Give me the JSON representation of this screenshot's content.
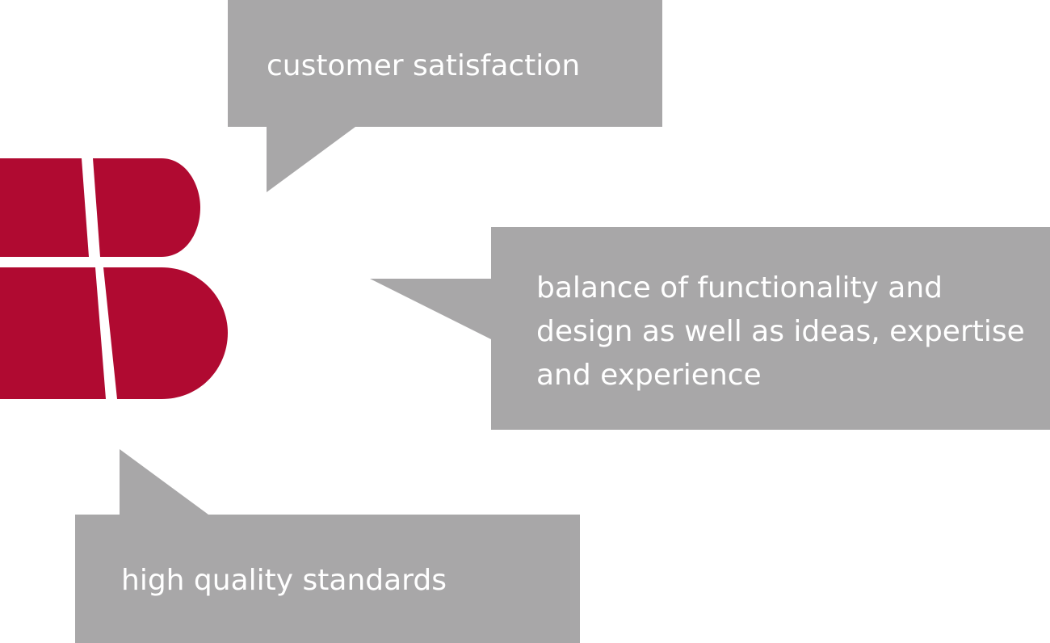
{
  "colors": {
    "bubble": "#a8a7a8",
    "logo": "#b00a31",
    "text": "#ffffff",
    "background": "#ffffff"
  },
  "logo": {
    "icon": "b-monogram-logo"
  },
  "bubbles": {
    "top": {
      "text": "customer satisfaction",
      "pointer": "down-left"
    },
    "right": {
      "text": "balance of functionality and\ndesign as well as ideas, expertise\nand experience",
      "pointer": "left"
    },
    "bottom": {
      "text": "high quality standards",
      "pointer": "up"
    }
  }
}
